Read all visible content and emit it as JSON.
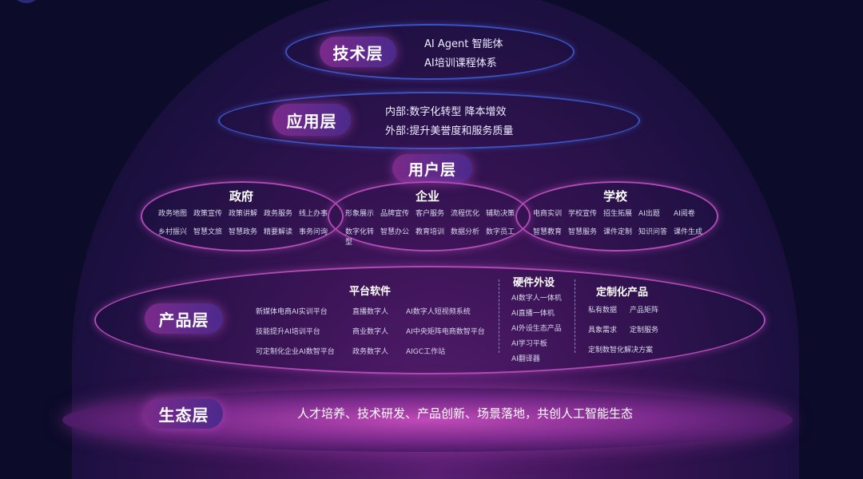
{
  "layers": {
    "tech": {
      "label": "技术层",
      "lines": [
        "AI Agent 智能体",
        "AI培训课程体系"
      ]
    },
    "app": {
      "label": "应用层",
      "lines": [
        "内部:数字化转型  降本增效",
        "外部:提升美誉度和服务质量"
      ]
    },
    "user": {
      "label": "用户层",
      "gov": {
        "title": "政府",
        "items": [
          "政务地图",
          "政策宣传",
          "政策讲解",
          "政务服务",
          "线上办事",
          "乡村振兴",
          "智慧文旅",
          "智慧政务",
          "精要解读",
          "事务问询"
        ]
      },
      "ent": {
        "title": "企业",
        "items": [
          "形象展示",
          "品牌宣传",
          "客户服务",
          "流程优化",
          "辅助决策",
          "数字化转型",
          "智慧办公",
          "教育培训",
          "数据分析",
          "数字员工"
        ]
      },
      "school": {
        "title": "学校",
        "items": [
          "电商实训",
          "学校宣传",
          "招生拓展",
          "AI出题",
          "AI阅卷",
          "智慧教育",
          "智慧服务",
          "课件定制",
          "知识问答",
          "课件生成"
        ]
      }
    },
    "product": {
      "label": "产品层",
      "platform": {
        "title": "平台软件",
        "col1": [
          "新媒体电商AI实训平台",
          "技能提升AI培训平台",
          "可定制化企业AI数智平台"
        ],
        "col2": [
          "直播数字人",
          "商业数字人",
          "政务数字人"
        ],
        "col3": [
          "AI数字人短视频系统",
          "AI中央矩阵电商数智平台",
          "AIGC工作站"
        ]
      },
      "hardware": {
        "title": "硬件外设",
        "items": [
          "AI数字人一体机",
          "AI直播一体机",
          "AI外设生态产品",
          "AI学习平板",
          "AI翻译器"
        ]
      },
      "custom": {
        "title": "定制化产品",
        "items": [
          "私有数据",
          "产品矩阵",
          "具象需求",
          "定制服务",
          "定制数智化解决方案"
        ]
      }
    },
    "eco": {
      "label": "生态层",
      "text": "人才培养、技术研发、产品创新、场景落地，共创人工智能生态"
    }
  }
}
